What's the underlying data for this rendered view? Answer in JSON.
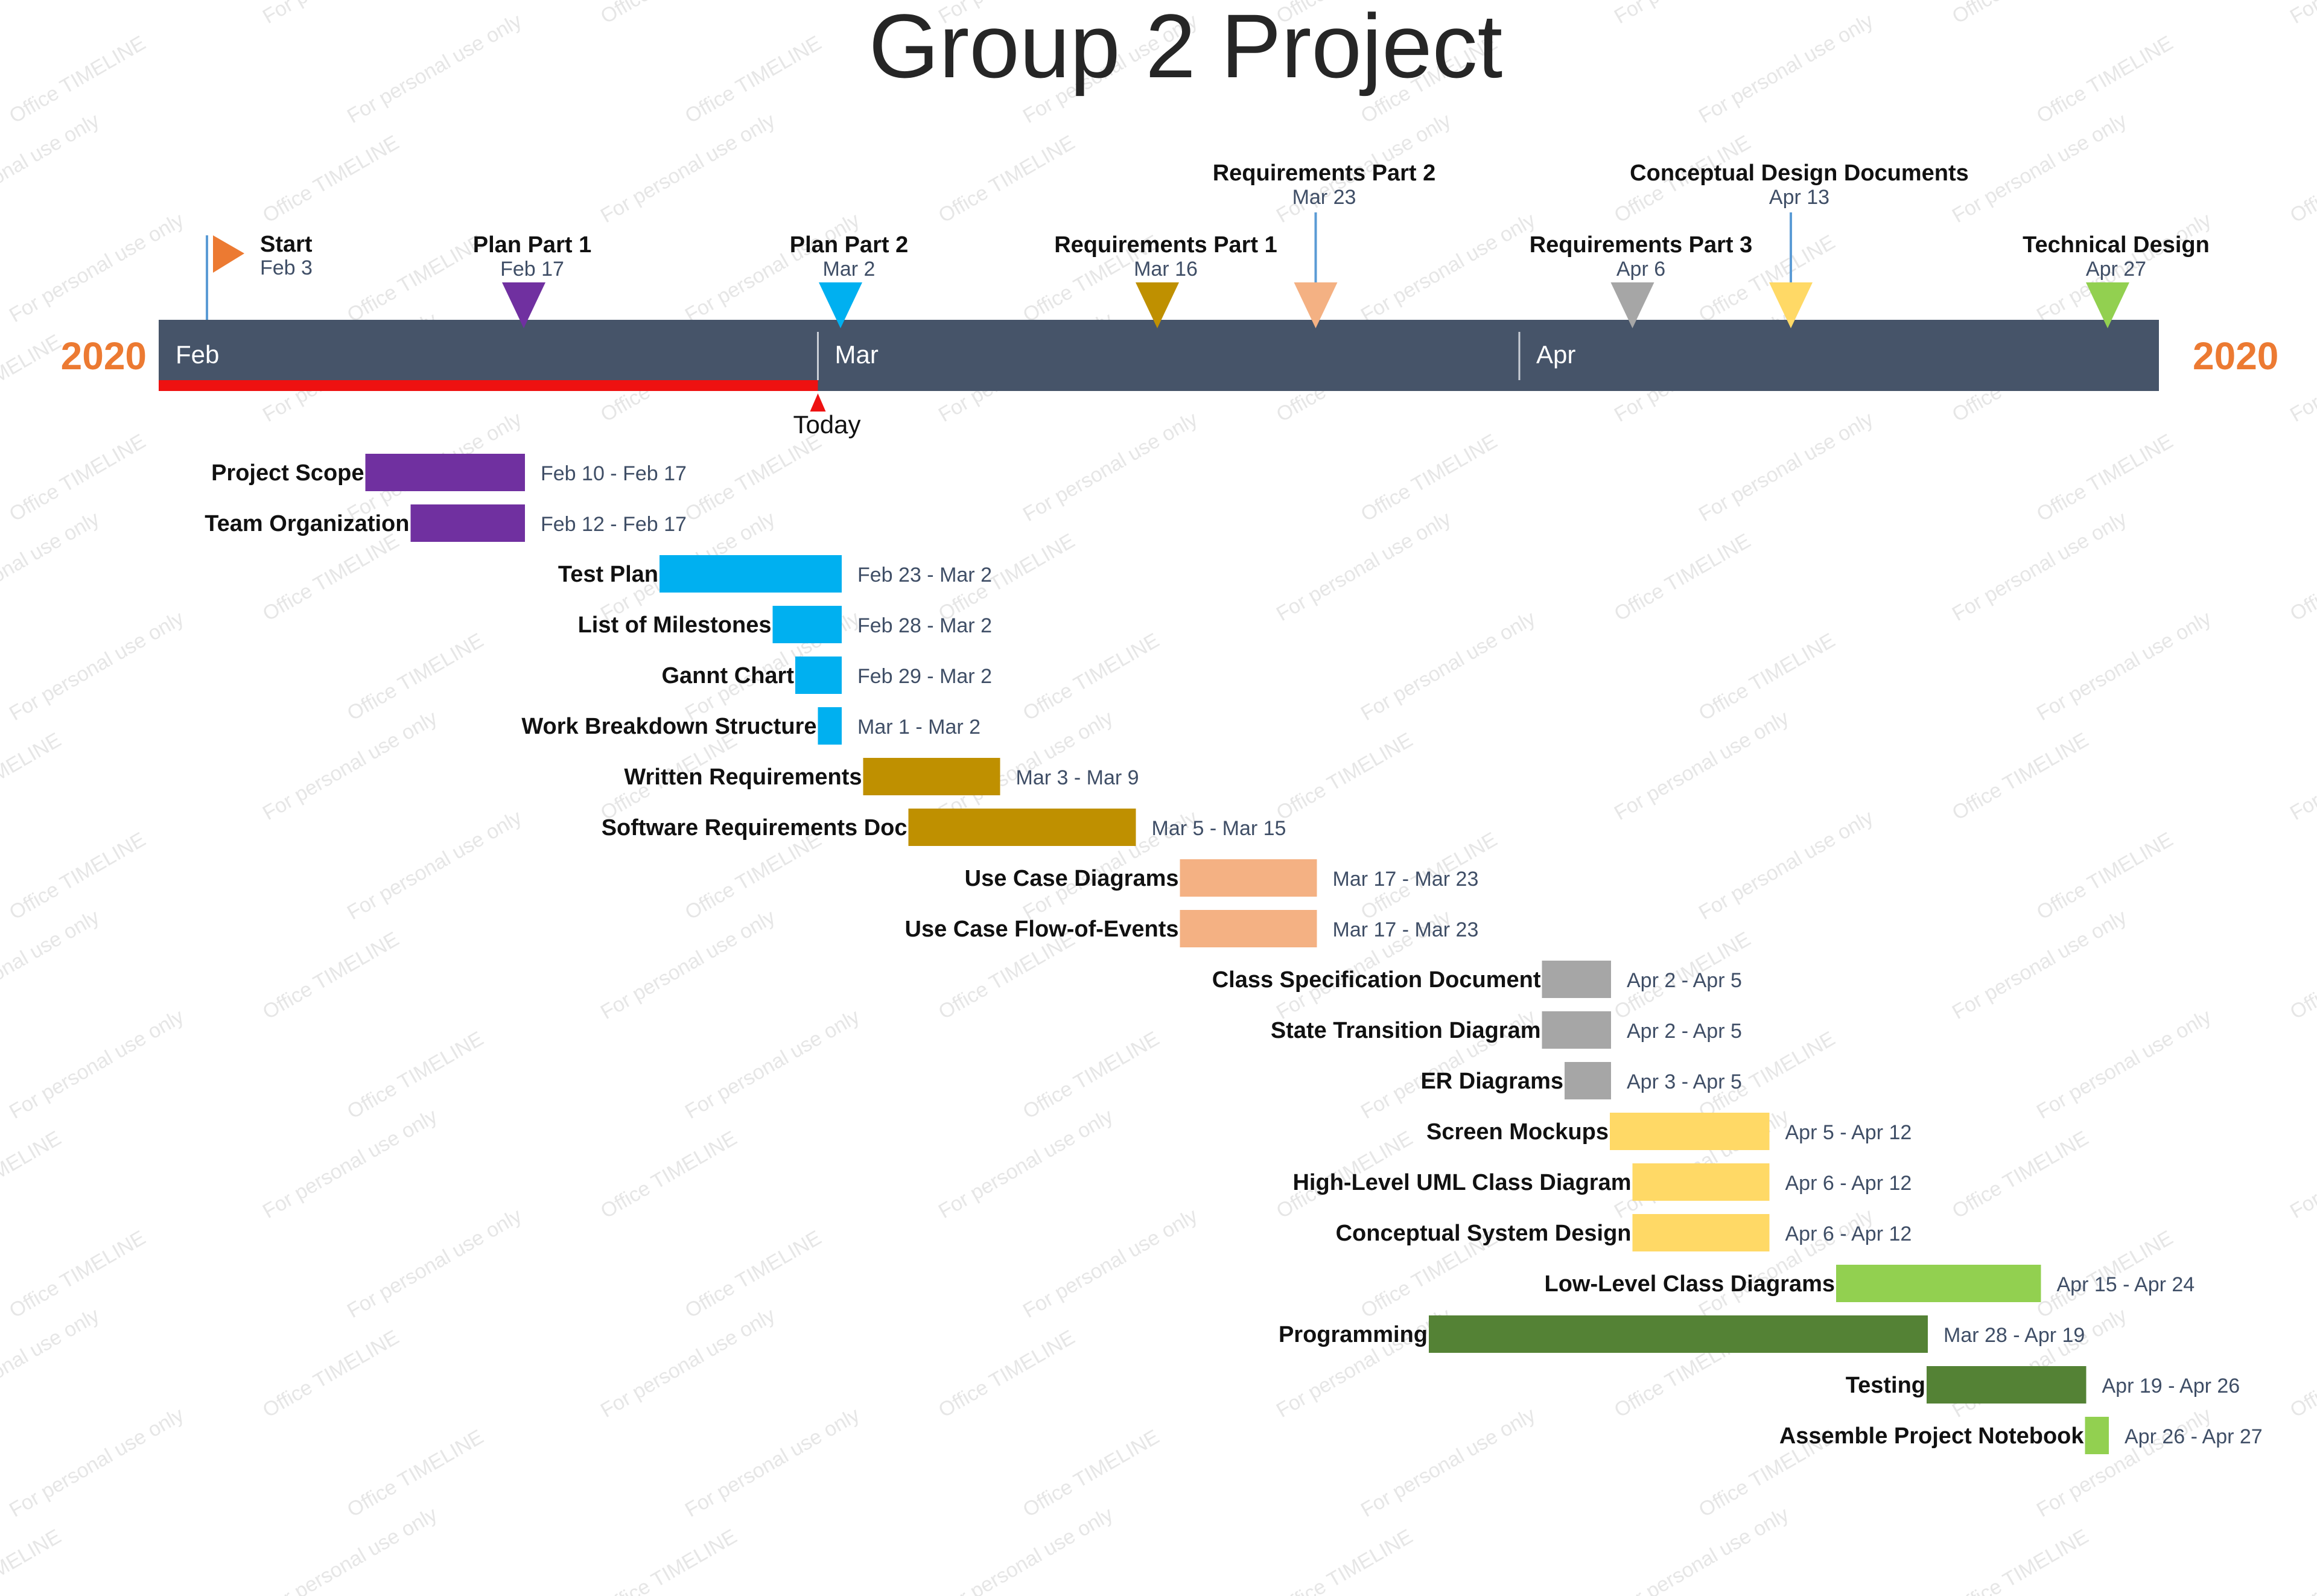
{
  "watermark": [
    "Office TIMELINE",
    "For personal use only"
  ],
  "colors": {
    "band": "#465469",
    "year": "#ec7a32",
    "progress": "#ee1111",
    "today_marker": "#ee1111"
  },
  "chart_data": {
    "type": "gantt",
    "title": "Group 2 Project",
    "year_left": "2020",
    "year_right": "2020",
    "date_range": [
      "2020-02-01",
      "2020-04-30"
    ],
    "months": [
      {
        "label": "Feb",
        "date": "2020-02-01"
      },
      {
        "label": "Mar",
        "date": "2020-03-01"
      },
      {
        "label": "Apr",
        "date": "2020-04-01"
      }
    ],
    "today": {
      "label": "Today",
      "date": "2020-03-01"
    },
    "milestones": [
      {
        "name": "Start",
        "date_label": "Feb 3",
        "date": "2020-02-03",
        "shape": "flag",
        "color": "#ec7a32",
        "tier": 1
      },
      {
        "name": "Plan Part 1",
        "date_label": "Feb 17",
        "date": "2020-02-17",
        "shape": "triangle",
        "color": "#7030a0",
        "tier": 1
      },
      {
        "name": "Plan Part 2",
        "date_label": "Mar 2",
        "date": "2020-03-02",
        "shape": "triangle",
        "color": "#00b0f0",
        "tier": 1
      },
      {
        "name": "Requirements Part 1",
        "date_label": "Mar 16",
        "date": "2020-03-16",
        "shape": "triangle",
        "color": "#bf9000",
        "tier": 1
      },
      {
        "name": "Requirements Part 2",
        "date_label": "Mar 23",
        "date": "2020-03-23",
        "shape": "triangle",
        "color": "#f4b183",
        "tier": 2
      },
      {
        "name": "Requirements Part 3",
        "date_label": "Apr 6",
        "date": "2020-04-06",
        "shape": "triangle",
        "color": "#a6a6a6",
        "tier": 1
      },
      {
        "name": "Conceptual Design Documents",
        "date_label": "Apr 13",
        "date": "2020-04-13",
        "shape": "triangle",
        "color": "#ffd966",
        "tier": 2
      },
      {
        "name": "Technical Design",
        "date_label": "Apr 27",
        "date": "2020-04-27",
        "shape": "triangle",
        "color": "#92d050",
        "tier": 1
      }
    ],
    "tasks": [
      {
        "name": "Project Scope",
        "range_label": "Feb 10 - Feb 17",
        "start": "2020-02-10",
        "end": "2020-02-17",
        "color": "#7030a0"
      },
      {
        "name": "Team Organization",
        "range_label": "Feb 12 - Feb 17",
        "start": "2020-02-12",
        "end": "2020-02-17",
        "color": "#7030a0"
      },
      {
        "name": "Test Plan",
        "range_label": "Feb 23 - Mar 2",
        "start": "2020-02-23",
        "end": "2020-03-02",
        "color": "#00b0f0"
      },
      {
        "name": "List of Milestones",
        "range_label": "Feb 28 - Mar 2",
        "start": "2020-02-28",
        "end": "2020-03-02",
        "color": "#00b0f0"
      },
      {
        "name": "Gannt Chart",
        "range_label": "Feb 29 - Mar 2",
        "start": "2020-02-29",
        "end": "2020-03-02",
        "color": "#00b0f0"
      },
      {
        "name": "Work Breakdown Structure",
        "range_label": "Mar 1 - Mar 2",
        "start": "2020-03-01",
        "end": "2020-03-02",
        "color": "#00b0f0"
      },
      {
        "name": "Written Requirements",
        "range_label": "Mar 3 - Mar 9",
        "start": "2020-03-03",
        "end": "2020-03-09",
        "color": "#bf9000"
      },
      {
        "name": "Software Requirements Doc",
        "range_label": "Mar 5 - Mar 15",
        "start": "2020-03-05",
        "end": "2020-03-15",
        "color": "#bf9000"
      },
      {
        "name": "Use Case Diagrams",
        "range_label": "Mar 17 - Mar 23",
        "start": "2020-03-17",
        "end": "2020-03-23",
        "color": "#f4b183"
      },
      {
        "name": "Use Case Flow-of-Events",
        "range_label": "Mar 17 - Mar 23",
        "start": "2020-03-17",
        "end": "2020-03-23",
        "color": "#f4b183"
      },
      {
        "name": "Class Specification Document",
        "range_label": "Apr 2 - Apr 5",
        "start": "2020-04-02",
        "end": "2020-04-05",
        "color": "#a6a6a6"
      },
      {
        "name": "State Transition Diagram",
        "range_label": "Apr 2 - Apr 5",
        "start": "2020-04-02",
        "end": "2020-04-05",
        "color": "#a6a6a6"
      },
      {
        "name": "ER Diagrams",
        "range_label": "Apr 3 - Apr 5",
        "start": "2020-04-03",
        "end": "2020-04-05",
        "color": "#a6a6a6"
      },
      {
        "name": "Screen Mockups",
        "range_label": "Apr 5 - Apr 12",
        "start": "2020-04-05",
        "end": "2020-04-12",
        "color": "#ffd966"
      },
      {
        "name": "High-Level UML Class Diagram",
        "range_label": "Apr 6 - Apr 12",
        "start": "2020-04-06",
        "end": "2020-04-12",
        "color": "#ffd966"
      },
      {
        "name": "Conceptual System Design",
        "range_label": "Apr 6 - Apr 12",
        "start": "2020-04-06",
        "end": "2020-04-12",
        "color": "#ffd966"
      },
      {
        "name": "Low-Level Class Diagrams",
        "range_label": "Apr 15 - Apr 24",
        "start": "2020-04-15",
        "end": "2020-04-24",
        "color": "#92d050"
      },
      {
        "name": "Programming",
        "range_label": "Mar 28 - Apr 19",
        "start": "2020-03-28",
        "end": "2020-04-19",
        "color": "#548235"
      },
      {
        "name": "Testing",
        "range_label": "Apr 19 - Apr 26",
        "start": "2020-04-19",
        "end": "2020-04-26",
        "color": "#548235"
      },
      {
        "name": "Assemble Project Notebook",
        "range_label": "Apr 26 - Apr 27",
        "start": "2020-04-26",
        "end": "2020-04-27",
        "color": "#92d050"
      }
    ]
  }
}
